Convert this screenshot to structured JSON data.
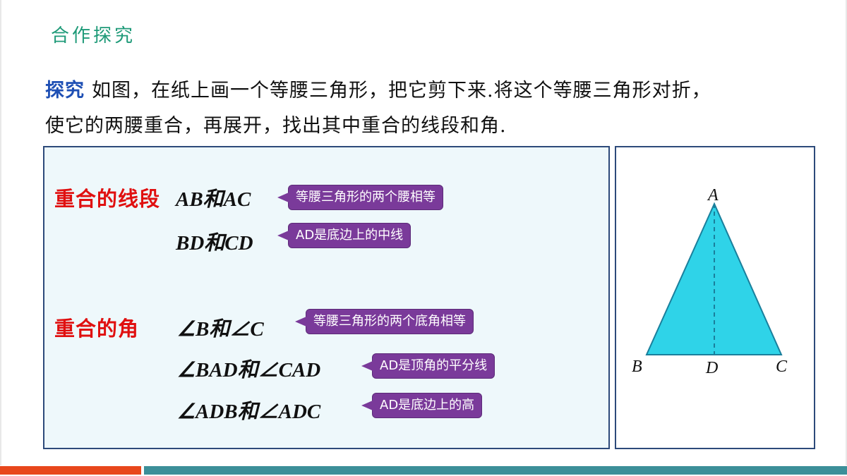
{
  "header": {
    "title": "合作探究"
  },
  "intro": {
    "keyword": "探究",
    "line1": "如图，在纸上画一个等腰三角形，把它剪下来.将这个等腰三角形对折，",
    "line2": "使它的两腰重合，再展开，找出其中重合的线段和角."
  },
  "segments": {
    "label": "重合的线段",
    "rows": [
      {
        "expr": "AB和AC",
        "note": "等腰三角形的两个腰相等"
      },
      {
        "expr": "BD和CD",
        "note": "AD是底边上的中线"
      }
    ]
  },
  "angles": {
    "label": "重合的角",
    "rows": [
      {
        "expr": "∠B和∠C",
        "note": "等腰三角形的两个底角相等"
      },
      {
        "expr": "∠BAD和∠CAD",
        "note": "AD是顶角的平分线"
      },
      {
        "expr": "∠ADB和∠ADC",
        "note": "AD是底边上的高"
      }
    ]
  },
  "figure": {
    "labels": {
      "a": "A",
      "b": "B",
      "c": "C",
      "d": "D"
    },
    "fill": "#2fd3e8",
    "stroke": "#1a7f9c"
  },
  "colors": {
    "header": "#1e9a78",
    "keyword": "#1e4fb4",
    "label": "#e01010",
    "tag": "#7a3a9a",
    "bar_red": "#e8471c",
    "bar_teal": "#3c8f99"
  }
}
